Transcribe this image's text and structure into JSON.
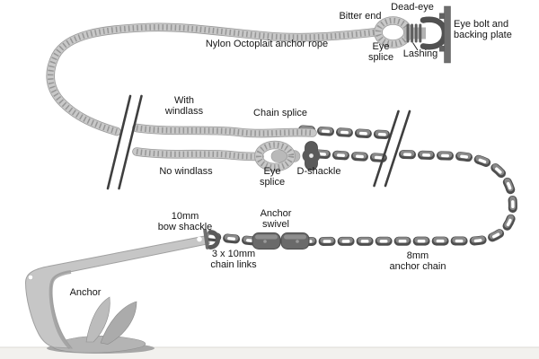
{
  "diagram": {
    "labels": {
      "bitter_end": "Bitter end",
      "dead_eye": "Dead-eye",
      "eye_bolt_backing_plate": "Eye bolt and\nbacking plate",
      "nylon_rope": "Nylon Octoplait anchor rope",
      "eye_splice_top": "Eye\nsplice",
      "lashing": "Lashing",
      "with_windlass": "With\nwindlass",
      "chain_splice": "Chain splice",
      "no_windlass": "No windlass",
      "eye_splice_mid": "Eye\nsplice",
      "d_shackle": "D-shackle",
      "bow_shackle": "10mm\nbow shackle",
      "anchor_swivel": "Anchor\nswivel",
      "chain_links": "3 x 10mm\nchain links",
      "anchor_chain": "8mm\nanchor chain",
      "anchor": "Anchor"
    },
    "colors": {
      "background": "#ffffff",
      "text": "#151515",
      "rope": "#c8c8c8",
      "rope_shadow": "#8a8a8a",
      "chain": "#4e4e4e",
      "metal_dark": "#5a5a5a",
      "anchor_body": "#c6c6c6",
      "page_edge": "#f2f1ee"
    }
  }
}
